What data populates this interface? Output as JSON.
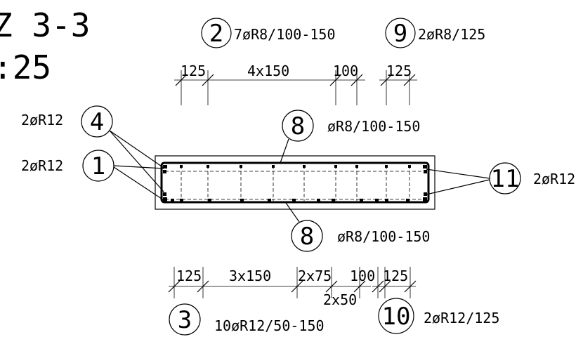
{
  "title": {
    "line1": "Z 3-3",
    "line2": ":25"
  },
  "markers": {
    "m1": {
      "num": "1",
      "label": "2øR12"
    },
    "m2": {
      "num": "2",
      "label": "7øR8/100-150"
    },
    "m3": {
      "num": "3",
      "label": "10øR12/50-150"
    },
    "m4": {
      "num": "4",
      "label": "2øR12"
    },
    "m8_top": {
      "num": "8",
      "label": "øR8/100-150"
    },
    "m8_bottom": {
      "num": "8",
      "label": "øR8/100-150"
    },
    "m9": {
      "num": "9",
      "label": "2øR8/125"
    },
    "m10": {
      "num": "10",
      "label": "2øR12/125"
    },
    "m11": {
      "num": "11",
      "label": "2øR12"
    }
  },
  "dims_top": {
    "d1": "125",
    "d2": "4x150",
    "d3": "100",
    "d4": "125"
  },
  "dims_bottom": {
    "d1": "125",
    "d2": "3x150",
    "d3": "2x75",
    "d4": "100",
    "d5": "125",
    "d6": "2x50"
  }
}
